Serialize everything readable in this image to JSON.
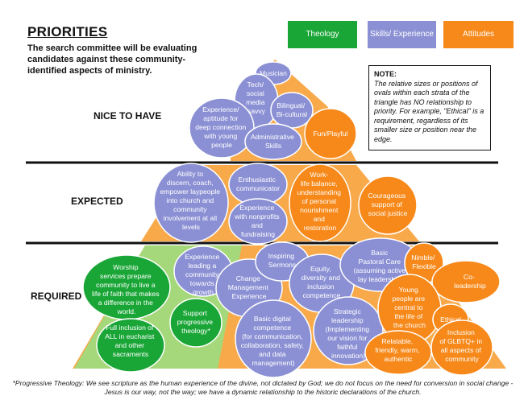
{
  "title": "PRIORITIES",
  "subtitle": "The search committee will be evaluating candidates against these community-identified aspects of ministry.",
  "legend": [
    {
      "label": "Theology",
      "color": "#1aa637"
    },
    {
      "label": "Skills/ Experience",
      "color": "#8b90d4"
    },
    {
      "label": "Attitudes",
      "color": "#f7891a"
    }
  ],
  "note": {
    "title": "NOTE:",
    "body": "The relative sizes or positions of ovals within each strata of the triangle has NO relationship to priority. For example, \"Ethical\" is a requirement, regardless of its smaller size or position near the edge."
  },
  "tiers": {
    "nice_to_have": "NICE TO HAVE",
    "expected": "EXPECTED",
    "required": "REQUIRED"
  },
  "bubbles": {
    "musician": "Musician",
    "tech_savvy": "Tech/ social media savvy",
    "bilingual": "Bilingual/ Bi-cultural",
    "young_people": "Experience/ aptitude for deep connection with young people",
    "administrative": "Administrative Skills",
    "fun": "Fun/Playful",
    "discern": "Ability to discern, coach, empower laypeople into church and community involvement at all levels",
    "communicator": "Enthusiastic communicator",
    "nonprofits": "Experience with nonprofits and fundraising",
    "work_life": "Work-life balance, understanding of personal nourishment and restoration",
    "social_justice": "Courageous support of social justice",
    "worship": "Worship services prepare community to live a life of faith that makes a difference in the world.",
    "progressive": "Support progressive theology*",
    "inclusion_eucharist": "Full inclusion of ALL in eucharist and other sacraments",
    "leading_growth": "Experience leading a community towards growth",
    "change_mgmt": "Change Management Experience",
    "sermons": "Inspiring Sermons",
    "equity": "Equity, diversity and inclusion competence",
    "pastoral": "Basic Pastoral Care (assuming active lay leadership)",
    "digital": "Basic digital competence (for communication, collaboration, safety, and data management)",
    "strategic": "Strategic leadership (Implementing our vision for faithful innovation)",
    "nimble": "Nimble/ Flexible",
    "coleadership": "Co-leadership",
    "young_central": "Young people are central to the life of the church",
    "ethical": "Ethical",
    "relatable": "Relatable, friendly, warm, authentic",
    "inclusion_glbtq": "Inclusion of GLBTQ+ in all aspects of community"
  },
  "footnote": "*Progressive Theology: We see scripture as the human experience of the divine, not dictated by God; we do not focus on the need for conversion in social change - Jesus is our way, not the way; we have a dynamic relationship to the historic declarations of the church."
}
